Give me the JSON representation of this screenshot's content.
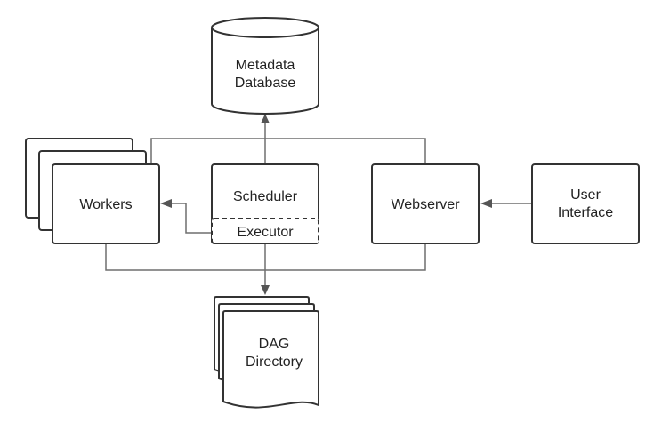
{
  "nodes": {
    "metadata_database": {
      "line1": "Metadata",
      "line2": "Database"
    },
    "workers": {
      "label": "Workers"
    },
    "scheduler": {
      "label": "Scheduler"
    },
    "executor": {
      "label": "Executor"
    },
    "webserver": {
      "label": "Webserver"
    },
    "user_interface": {
      "line1": "User",
      "line2": "Interface"
    },
    "dag_directory": {
      "line1": "DAG",
      "line2": "Directory"
    }
  },
  "colors": {
    "stroke": "#333333",
    "connector": "#6f6f6f",
    "background": "#ffffff"
  }
}
